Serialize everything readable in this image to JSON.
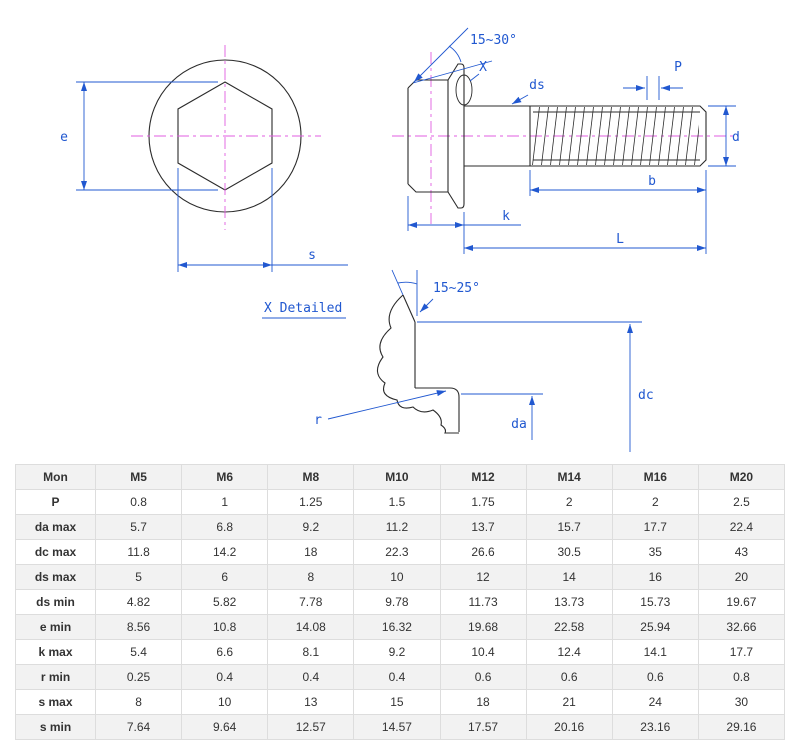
{
  "colors": {
    "dimension_blue": "#2158d0",
    "centerline_magenta": "#e05ce0",
    "outline_black": "#2b2b2b",
    "table_border": "#dddddd",
    "table_stripe": "#f2f2f2"
  },
  "drawing": {
    "front_view": {
      "e_label": "e",
      "s_label": "s"
    },
    "side_view": {
      "angle_label": "15~30°",
      "x_label": "X",
      "ds_label": "ds",
      "p_label": "P",
      "d_label": "d",
      "b_label": "b",
      "k_label": "k",
      "l_label": "L"
    },
    "detail_view": {
      "title": "X Detailed",
      "angle_label": "15~25°",
      "r_label": "r",
      "da_label": "da",
      "dc_label": "dc"
    }
  },
  "table": {
    "header": [
      "Mon",
      "M5",
      "M6",
      "M8",
      "M10",
      "M12",
      "M14",
      "M16",
      "M20"
    ],
    "rows": [
      {
        "label": "P",
        "values": [
          "0.8",
          "1",
          "1.25",
          "1.5",
          "1.75",
          "2",
          "2",
          "2.5"
        ]
      },
      {
        "label": "da max",
        "values": [
          "5.7",
          "6.8",
          "9.2",
          "11.2",
          "13.7",
          "15.7",
          "17.7",
          "22.4"
        ]
      },
      {
        "label": "dc max",
        "values": [
          "11.8",
          "14.2",
          "18",
          "22.3",
          "26.6",
          "30.5",
          "35",
          "43"
        ]
      },
      {
        "label": "ds max",
        "values": [
          "5",
          "6",
          "8",
          "10",
          "12",
          "14",
          "16",
          "20"
        ]
      },
      {
        "label": "ds min",
        "values": [
          "4.82",
          "5.82",
          "7.78",
          "9.78",
          "11.73",
          "13.73",
          "15.73",
          "19.67"
        ]
      },
      {
        "label": "e min",
        "values": [
          "8.56",
          "10.8",
          "14.08",
          "16.32",
          "19.68",
          "22.58",
          "25.94",
          "32.66"
        ]
      },
      {
        "label": "k max",
        "values": [
          "5.4",
          "6.6",
          "8.1",
          "9.2",
          "10.4",
          "12.4",
          "14.1",
          "17.7"
        ]
      },
      {
        "label": "r min",
        "values": [
          "0.25",
          "0.4",
          "0.4",
          "0.4",
          "0.6",
          "0.6",
          "0.6",
          "0.8"
        ]
      },
      {
        "label": "s max",
        "values": [
          "8",
          "10",
          "13",
          "15",
          "18",
          "21",
          "24",
          "30"
        ]
      },
      {
        "label": "s min",
        "values": [
          "7.64",
          "9.64",
          "12.57",
          "14.57",
          "17.57",
          "20.16",
          "23.16",
          "29.16"
        ]
      }
    ]
  }
}
